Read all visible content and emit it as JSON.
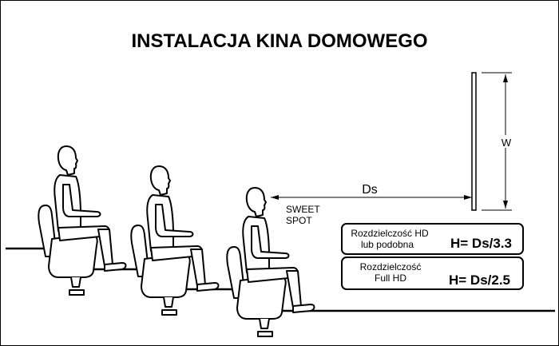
{
  "title": "INSTALACJA KINA DOMOWEGO",
  "labels": {
    "width": "W",
    "distance": "Ds",
    "sweet_spot_line1": "SWEET",
    "sweet_spot_line2": "SPOT"
  },
  "boxes": [
    {
      "line1": "Rozdzielczość HD",
      "line2": "lub podobna",
      "formula": "H= Ds/3.3"
    },
    {
      "line1": "Rozdzielczość",
      "line2": "Full HD",
      "formula": "H= Ds/2.5"
    }
  ],
  "colors": {
    "ink": "#000000",
    "background": "#ffffff"
  }
}
